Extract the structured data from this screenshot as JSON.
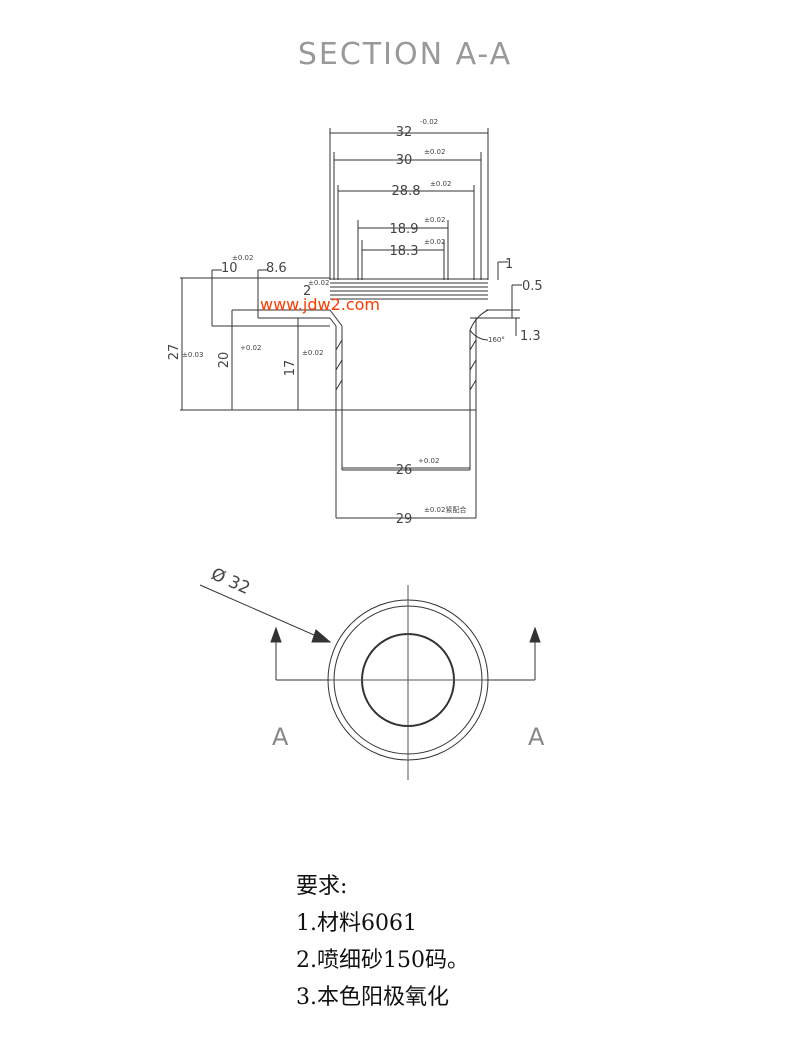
{
  "title": "SECTION A-A",
  "watermark": "www.jdw2.com",
  "dimensions": {
    "d32": "32",
    "d32_tol": "-0.02",
    "d30": "30",
    "d30_tol": "±0.02",
    "d288": "28.8",
    "d288_tol": "±0.02",
    "d189": "18.9",
    "d189_tol": "±0.02",
    "d183": "18.3",
    "d183_tol": "±0.02",
    "d10": "10",
    "d10_tol": "±0.02",
    "d86": "8.6",
    "d2": "2",
    "d2_tol": "±0.02",
    "d1": "1",
    "d05": "0.5",
    "d13": "1.3",
    "angle": "160°",
    "d27": "27",
    "d27_tol": "±0.03",
    "d20": "20",
    "d20_tol": "+0.02",
    "d17": "17",
    "d17_tol": "±0.02",
    "d26": "26",
    "d26_tol": "+0.02",
    "d29": "29",
    "d29_tol": "±0.02紧配合",
    "phi": "Ø 32"
  },
  "section_marks": {
    "left": "A",
    "right": "A"
  },
  "notes": {
    "heading": "要求:",
    "items": [
      "1.材料6061",
      "2.喷细砂150码。",
      "3.本色阳极氧化"
    ]
  }
}
